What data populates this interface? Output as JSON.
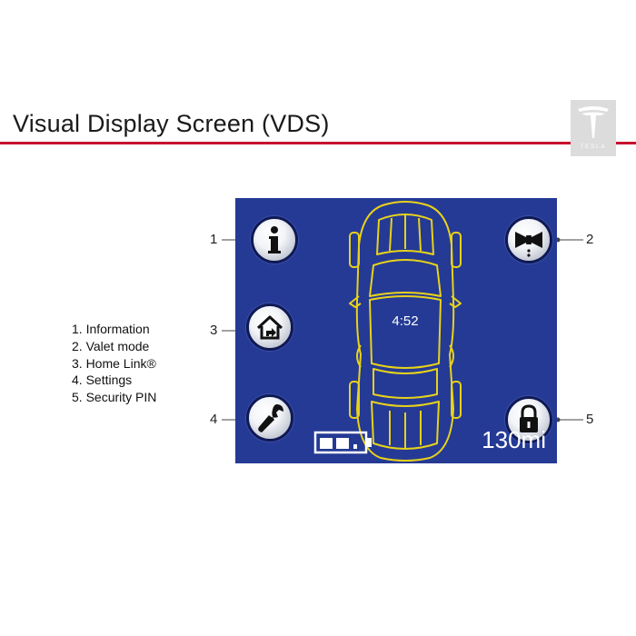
{
  "header": {
    "title": "Visual Display Screen (VDS)",
    "logo_text": "TESLA"
  },
  "legend": {
    "items": [
      "1. Information",
      "2. Valet mode",
      "3. Home Link®",
      "4. Settings",
      "5. Security PIN"
    ]
  },
  "screen": {
    "time": "4:52",
    "range": "130mi",
    "battery_segments": 2
  },
  "callouts": [
    "1",
    "2",
    "3",
    "4",
    "5"
  ],
  "icons": {
    "info": "info-icon",
    "valet": "bow-tie-icon",
    "home": "home-icon",
    "settings": "wrench-icon",
    "security": "padlock-icon",
    "car": "car-top-view-icon",
    "battery": "battery-icon"
  },
  "colors": {
    "screen_background": "#253a95",
    "accent_rule": "#c8102e",
    "car_outline": "#e8d21a",
    "logo_background": "#dcdcdc"
  }
}
